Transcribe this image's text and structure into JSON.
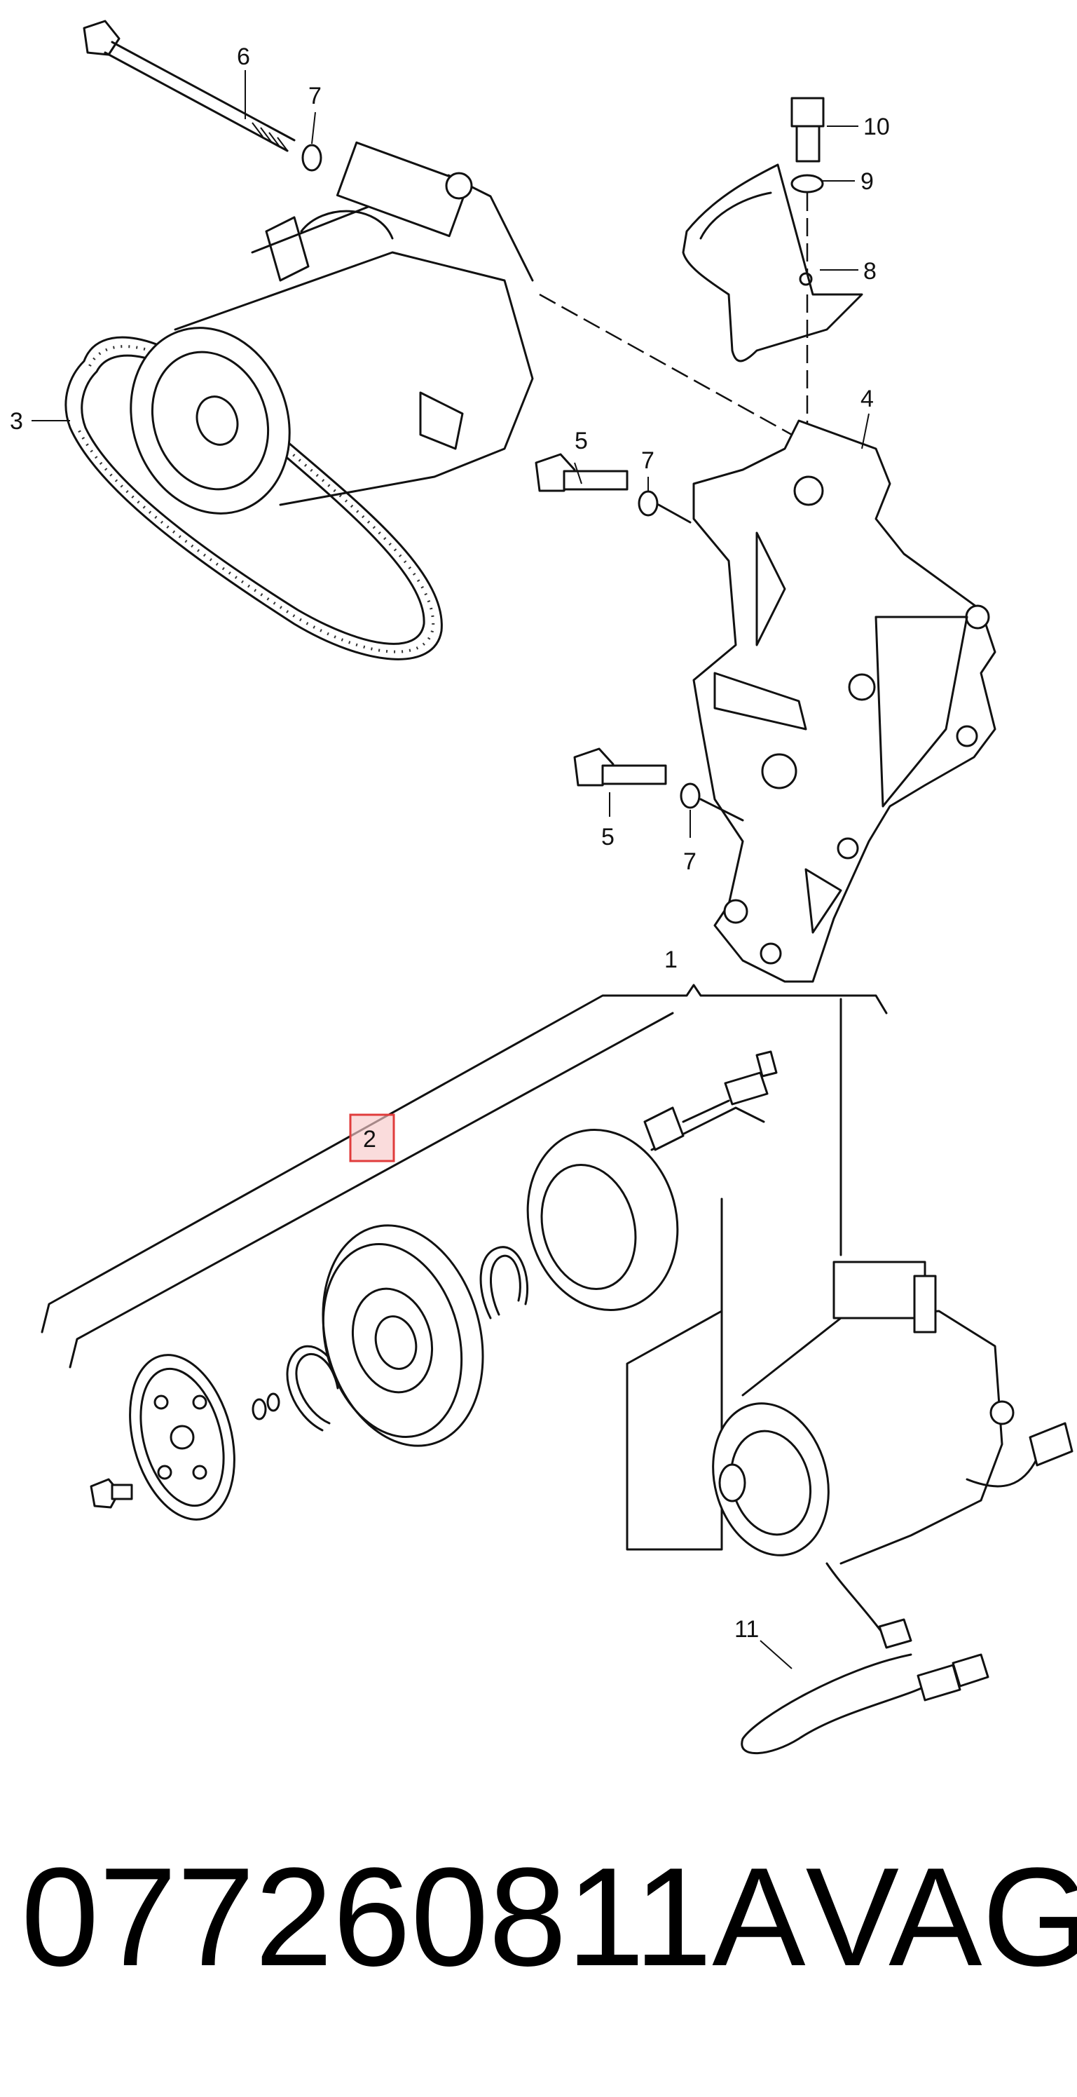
{
  "diagram": {
    "callouts": [
      "1",
      "2",
      "3",
      "4",
      "5",
      "5",
      "6",
      "7",
      "7",
      "7",
      "8",
      "9",
      "10",
      "11"
    ],
    "highlight_color": "#e03c3c"
  },
  "footer": {
    "part_number": "077260811A",
    "brand": "VAG"
  }
}
